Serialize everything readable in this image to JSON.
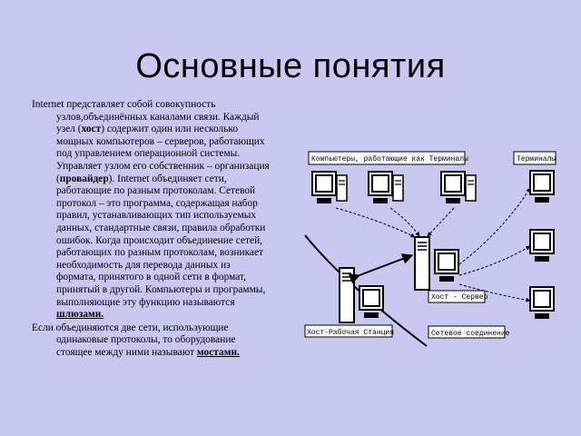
{
  "slide": {
    "title": "Основные понятия",
    "paragraph1": {
      "t1": "Internet представляет собой совокупность узлов,объединённых каналами связи. Каждый узел (",
      "b1": "хост",
      "t2": ") содержит один или несколько мощных компьютеров – серверов, работающих под управлением операционной системы. Управляет узлом его собственник – организация (",
      "b2": "провайдер",
      "t3": "). Internet  объединяет сети, работающие по разным протоколам. Сетевой протокол – это программа, содержащая набор правил, устанавливающих тип используемых данных, стандартные связи, правила обработки ошибок. Когда происходит объединение сетей, работающих по разным протоколам, возникает необходимость для перевода данных из формата, принятого в одной сети в формат, принятый в другой. Компьютеры  и программы, выполняющие эту функцию называются  ",
      "b3": "шлюзами."
    },
    "paragraph2": {
      "t1": "Если объединяются две сети, использующие одинаковые протоколы, то оборудование стоящее между ними называют ",
      "b1": "мостами."
    }
  },
  "diagram": {
    "label_computers_terminals": "Компьютеры, работающие как Терминалы",
    "label_terminals": "Терминалы",
    "label_host_server": "Хост - Сервер",
    "label_host_workstation": "Хост-Рабочая Станция",
    "label_network_connection": "Сетевое соединение"
  }
}
